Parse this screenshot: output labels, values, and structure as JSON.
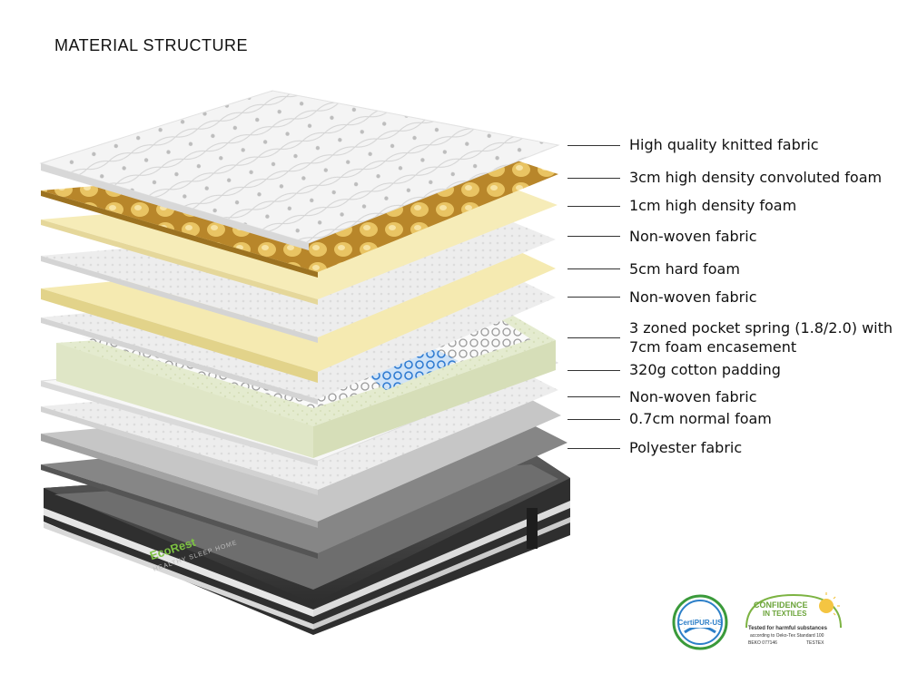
{
  "page": {
    "title": "MATERIAL STRUCTURE"
  },
  "layers": [
    {
      "label": "High quality knitted fabric"
    },
    {
      "label": "3cm high density convoluted foam"
    },
    {
      "label": "1cm high density foam"
    },
    {
      "label": "Non-woven fabric"
    },
    {
      "label": "5cm hard foam"
    },
    {
      "label": "Non-woven fabric"
    },
    {
      "label": "3 zoned pocket spring (1.8/2.0) with",
      "label2": "7cm foam encasement"
    },
    {
      "label": "320g cotton padding"
    },
    {
      "label": "Non-woven fabric"
    },
    {
      "label": "0.7cm normal foam"
    },
    {
      "label": "Polyester fabric"
    }
  ],
  "brand": {
    "name": "EcoRest",
    "tagline": "HEALTHY SLEEP HOME"
  },
  "certifications": {
    "certipur": {
      "name": "CertiPUR-US",
      "icon": "certipur-badge-icon"
    },
    "oekotex": {
      "line1": "CONFIDENCE",
      "line2": "IN TEXTILES",
      "line3": "Tested for harmful substances",
      "line4": "according to Oeko-Tex Standard 100",
      "code": "BEKO 077146",
      "org": "TESTEX"
    }
  },
  "colors": {
    "knit": "#f2f2f2",
    "convoluted": "#c99a36",
    "foam_yellow": "#f4e6a8",
    "nonwoven": "#ebebeb",
    "spring_green": "#e6ecd2",
    "spring_blue": "#4a90d9",
    "polyester": "#8a8a8a",
    "base_dark": "#3a3a3a",
    "brand_green": "#7cc142"
  }
}
